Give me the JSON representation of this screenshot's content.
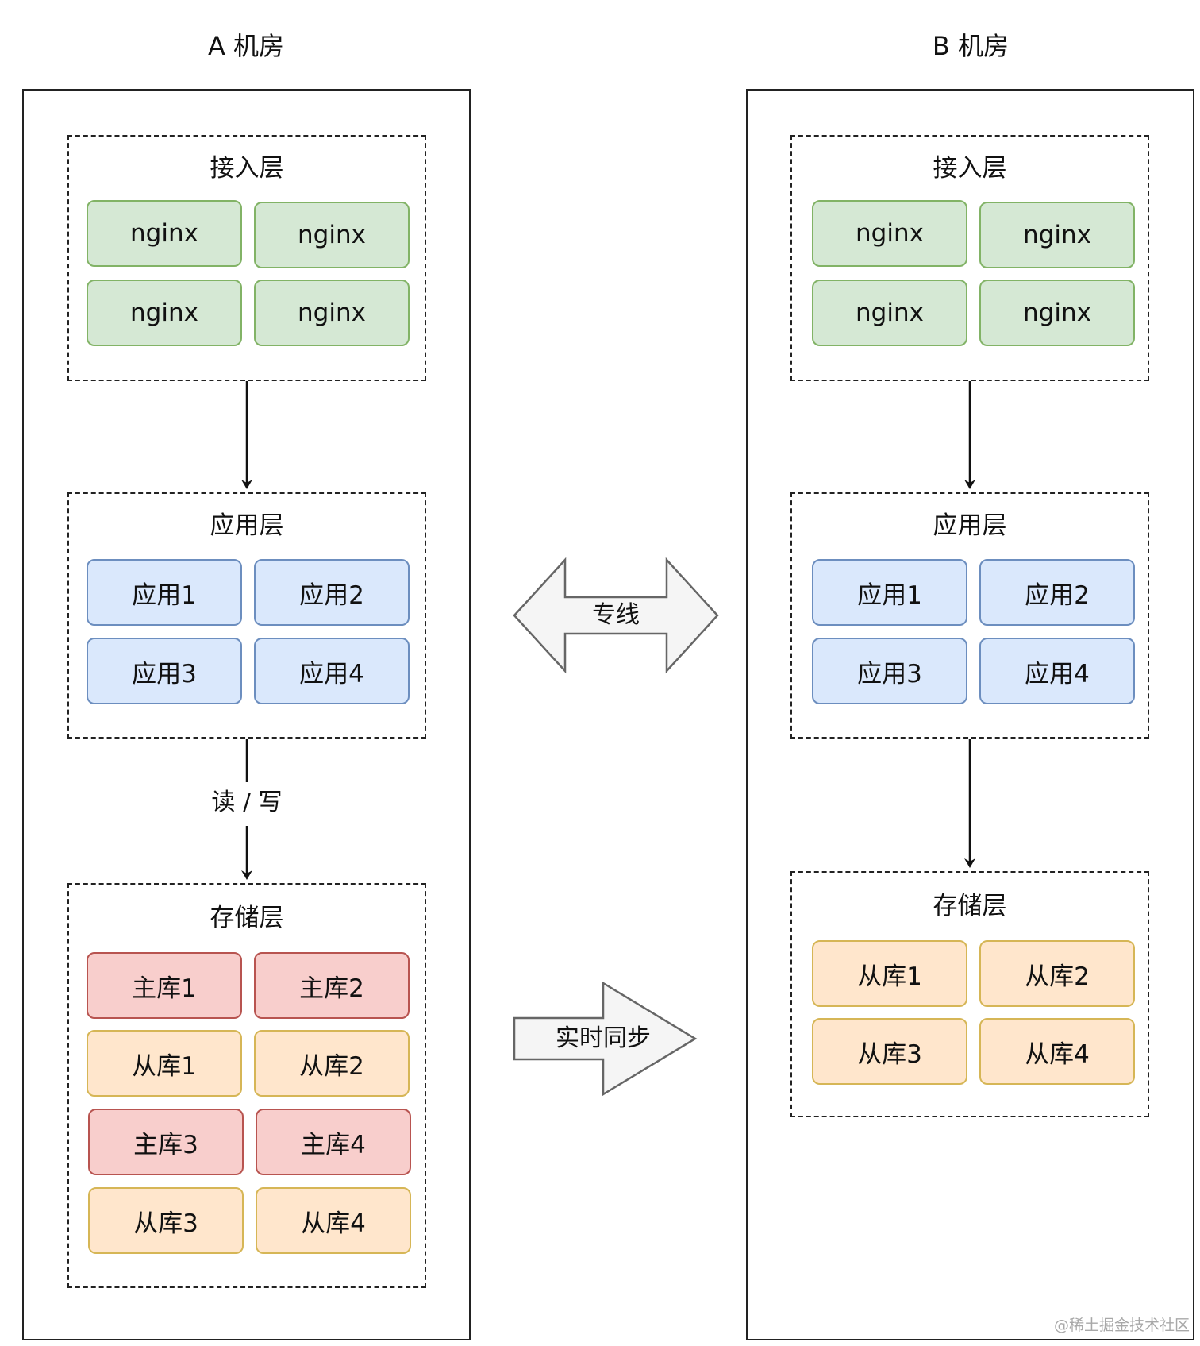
{
  "rooms": {
    "a": {
      "title": "A 机房",
      "access": {
        "title": "接入层",
        "nodes": [
          "nginx",
          "nginx",
          "nginx",
          "nginx"
        ]
      },
      "app": {
        "title": "应用层",
        "nodes": [
          "应用1",
          "应用2",
          "应用3",
          "应用4"
        ]
      },
      "storage": {
        "title": "存储层",
        "nodes": [
          "主库1",
          "主库2",
          "从库1",
          "从库2",
          "主库3",
          "主库4",
          "从库3",
          "从库4"
        ]
      },
      "rw_label": "读 / 写"
    },
    "b": {
      "title": "B 机房",
      "access": {
        "title": "接入层",
        "nodes": [
          "nginx",
          "nginx",
          "nginx",
          "nginx"
        ]
      },
      "app": {
        "title": "应用层",
        "nodes": [
          "应用1",
          "应用2",
          "应用3",
          "应用4"
        ]
      },
      "storage": {
        "title": "存储层",
        "nodes": [
          "从库1",
          "从库2",
          "从库3",
          "从库4"
        ]
      }
    }
  },
  "links": {
    "dedicated_line": "专线",
    "realtime_sync": "实时同步"
  },
  "colors": {
    "nginx_fill": "#d5e8d4",
    "nginx_border": "#82b366",
    "app_fill": "#dae8fc",
    "app_border": "#6c8ebf",
    "master_fill": "#f8cecc",
    "master_border": "#b85450",
    "slave_fill": "#ffe6cc",
    "slave_border": "#d6b656",
    "arrow_fill": "#f5f5f5",
    "arrow_border": "#666666"
  },
  "watermark": "@稀土掘金技术社区"
}
